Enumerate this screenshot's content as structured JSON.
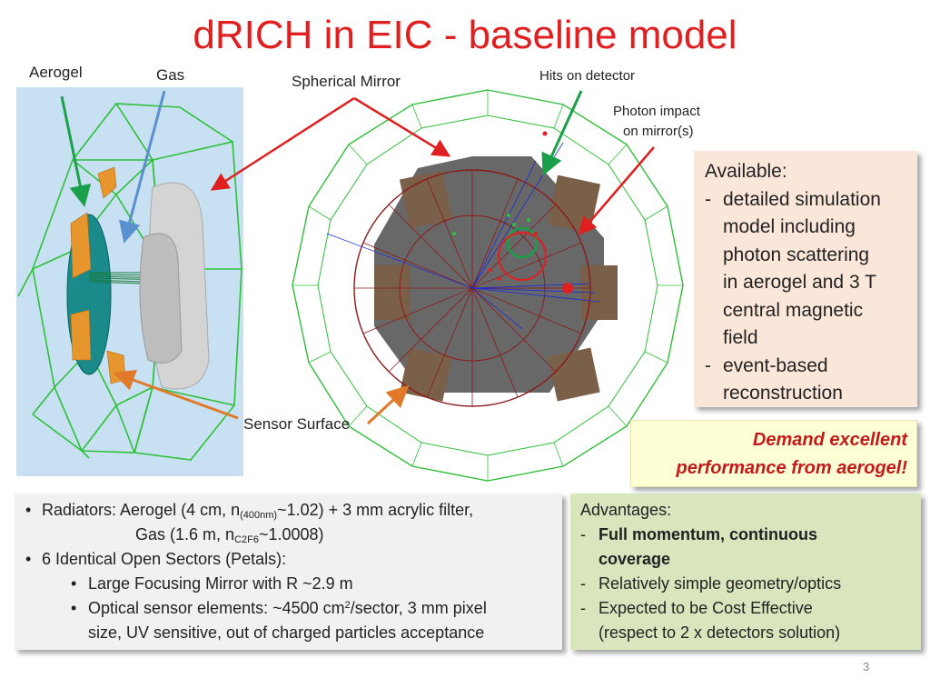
{
  "slide": {
    "title": "dRICH in EIC - baseline model",
    "page_number": "3"
  },
  "figure_labels": {
    "aerogel": "Aerogel",
    "gas": "Gas",
    "spherical_mirror": "Spherical Mirror",
    "hits_on_detector": "Hits on detector",
    "photon_impact_line1": "Photon impact",
    "photon_impact_line2": "on mirror(s)",
    "sensor_surface": "Sensor Surface"
  },
  "available_box": {
    "heading": "Available:",
    "items": [
      {
        "dash": "-",
        "lines": [
          "detailed simulation",
          "model including",
          "photon scattering",
          "in aerogel and 3 T",
          "central magnetic",
          "field"
        ]
      },
      {
        "dash": "-",
        "lines": [
          "event-based",
          "reconstruction"
        ]
      }
    ]
  },
  "demand_box": {
    "line1": "Demand excellent",
    "line2": "performance from aerogel!"
  },
  "radiators_box": {
    "bullet": "•",
    "l1_a": "Radiators:  Aerogel (4 cm, n",
    "l1_sub": "(400nm)",
    "l1_b": "~1.02) + 3 mm acrylic filter,",
    "l2_a": "Gas (1.6 m, n",
    "l2_sub": "C2F6",
    "l2_b": "~1.0008)",
    "l3": "6 Identical Open Sectors (Petals):",
    "l4": "Large Focusing Mirror with R ~2.9 m",
    "l5_a": "Optical sensor elements: ~4500 cm",
    "l5_sup": "2",
    "l5_b": "/sector, 3 mm pixel",
    "l6": "size, UV sensitive, out of charged particles acceptance"
  },
  "advantages_box": {
    "heading": "Advantages:",
    "dash": "-",
    "i1_line1": "Full momentum, continuous",
    "i1_line2": "coverage",
    "i2": "Relatively simple geometry/optics",
    "i3": "Expected to be Cost Effective",
    "i3_line2": "(respect to 2 x detectors solution)"
  },
  "colors": {
    "title": "#e02020",
    "arrow_red": "#e02020",
    "arrow_green": "#1aa04a",
    "arrow_blue": "#5a8fd0",
    "arrow_orange": "#e07a2a",
    "wire_green": "#2fbf3a",
    "sector_gray": "#666666",
    "sensor_tan": "#7a6048"
  }
}
